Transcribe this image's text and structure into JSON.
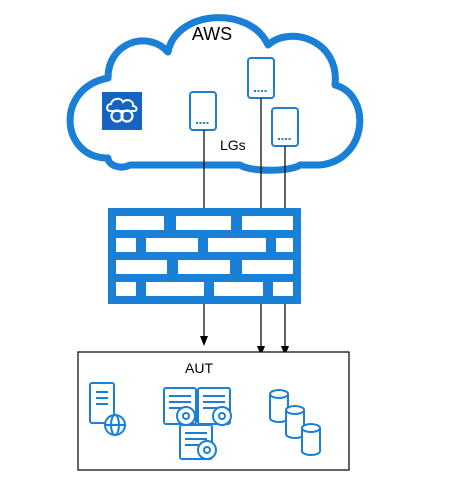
{
  "diagram": {
    "cloud_label": "AWS",
    "load_generators_label": "LGs",
    "aut_label": "AUT"
  },
  "colors": {
    "accent_blue": "#1a7fd6",
    "dark_blue": "#1565c0",
    "stroke_black": "#000000"
  },
  "icons": [
    "cloud-shape",
    "cloud-service-logo-icon",
    "server-icon",
    "firewall-wall-icon",
    "web-server-icon",
    "documents-disks-icon",
    "databases-icon"
  ]
}
